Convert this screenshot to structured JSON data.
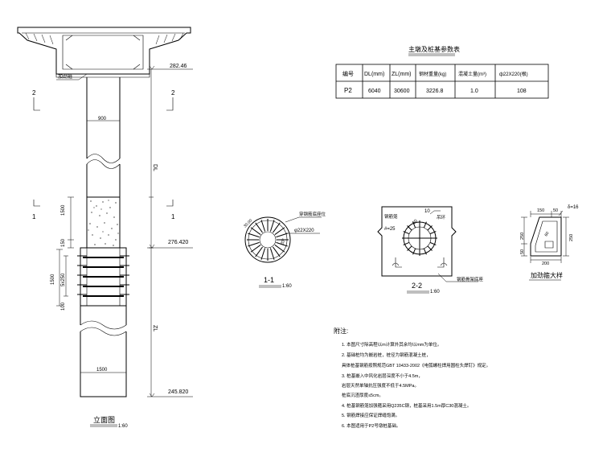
{
  "elevation": {
    "title": "立面图",
    "scale": "1:60",
    "elev_top": "282.46",
    "elev_mid": "276.420",
    "elev_bottom": "245.820",
    "dim_900": "900",
    "dim_1500_a": "1500",
    "dim_150": "150",
    "dim_1500_b": "1500",
    "dim_spacing": "5x250",
    "dim_100": "100",
    "dim_1500_c": "1500",
    "label_dl": "DL",
    "label_zl": "ZL",
    "cut_2": "2",
    "cut_1": "1",
    "rib_label": "加劲箍"
  },
  "table": {
    "title": "主墩及桩基参数表",
    "headers": [
      "编号",
      "DL(mm)",
      "ZL(mm)",
      "钢材重量(kg)",
      "混凝土量(m³)",
      "ф22X220(根)"
    ],
    "row": [
      "P2",
      "6040",
      "30600",
      "3226.8",
      "1.0",
      "108"
    ]
  },
  "section11": {
    "title": "1-1",
    "scale": "1:60",
    "bar_label": "φ22X220",
    "note_label": "穿钢筋底座位",
    "angle": "20°",
    "spacing_label": "30.00"
  },
  "section22": {
    "title": "2-2",
    "scale": "1:60",
    "label_a": "钢筋笼",
    "label_b": "#=25",
    "label_c": "吊环",
    "label_d": "钢筋骨架底座",
    "dim_10": "10",
    "dim_60": "60"
  },
  "rib": {
    "title": "加劲箍大样",
    "dim_150": "150",
    "dim_50": "50",
    "dim_thk": "δ=16",
    "dim_250a": "250",
    "dim_250b": "250",
    "dim_50b": "50",
    "dim_200": "200",
    "dim_60": "60"
  },
  "notes": {
    "heading": "附注:",
    "lines": [
      "1. 本图尺寸除高程以m计算外其余均以mm为单位。",
      "2. 基础桩均为嵌岩桩，桩径为钢筋混凝土桩，",
      "   具体桩基钢筋按照规范GBT 10433-2002《电弧螺柱焊用圆柱头焊钉》规定。",
      "3. 桩基嵌入中风化岩层深度不小于4.5m，",
      "   岩层天然单轴抗压强度不低于4.5MPa。",
      "   桩底沉渣厚度≤5cm。",
      "4. 桩基钢筋笼加强箍采用Q235C钢，桩基采用1.5m厚C30混凝土。",
      "5. 钢筋焊接应保证焊缝饱满。",
      "6. 本图适用于P2号墩桩基础。"
    ]
  }
}
